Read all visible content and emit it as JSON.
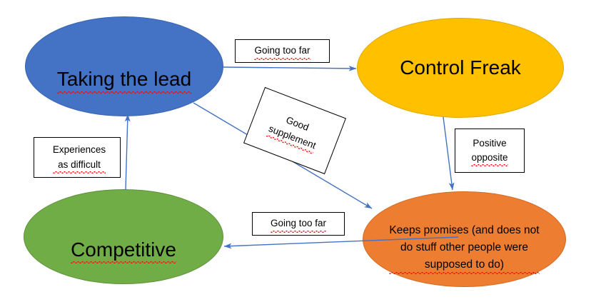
{
  "diagram": {
    "title": "Taking the lead / Control Freak / Competitive behaviour map",
    "background": "#ffffff",
    "arrow_color": "#4472C4"
  },
  "nodes": [
    {
      "id": "taking-the-lead",
      "label": "Taking the lead",
      "color": "#4472C4",
      "text_color": "#000000",
      "shape": "ellipse",
      "position": "top-left"
    },
    {
      "id": "control-freak",
      "label": "Control Freak",
      "color": "#FFC000",
      "text_color": "#000000",
      "shape": "ellipse",
      "position": "top-right"
    },
    {
      "id": "competitive",
      "label": "Competitive",
      "color": "#70AD47",
      "text_color": "#000000",
      "shape": "ellipse",
      "position": "bottom-left"
    },
    {
      "id": "keeps-promises",
      "label": "Keeps promises (and does not\ndo stuff other people were\nsupposed to do)",
      "color": "#ED7D31",
      "text_color": "#000000",
      "shape": "ellipse",
      "position": "bottom-right"
    }
  ],
  "edge_labels": {
    "going_too_far_top": "Going too far",
    "going_too_far_bottom": "Going too far",
    "experiences_as_difficult": "Experiences\nas difficult",
    "positive_opposite": "Positive\nopposite",
    "good_supplement": "Good\nsupplement"
  },
  "edges": [
    {
      "id": "lead-to-control",
      "from": "taking-the-lead",
      "to": "control-freak",
      "label": "Going too far",
      "direction": "right"
    },
    {
      "id": "control-to-keeps",
      "from": "control-freak",
      "to": "keeps-promises",
      "label": "Positive opposite",
      "direction": "down"
    },
    {
      "id": "lead-to-keeps",
      "from": "taking-the-lead",
      "to": "keeps-promises",
      "label": "Good supplement",
      "direction": "diagonal-down-right"
    },
    {
      "id": "keeps-to-competitive",
      "from": "keeps-promises",
      "to": "competitive",
      "label": "Going too far",
      "direction": "left"
    },
    {
      "id": "competitive-to-lead",
      "from": "competitive",
      "to": "taking-the-lead",
      "label": "Experiences as difficult",
      "direction": "up"
    }
  ]
}
